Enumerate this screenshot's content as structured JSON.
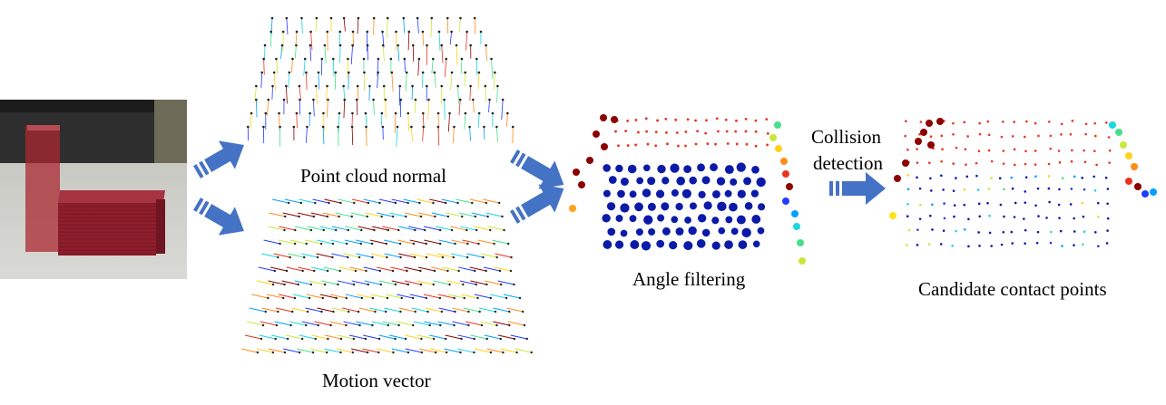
{
  "labels": {
    "point_cloud_normal": "Point cloud normal",
    "motion_vector": "Motion vector",
    "angle_filtering": "Angle filtering",
    "collision_line1": "Collision",
    "collision_line2": "detection",
    "candidate_contact_points": "Candidate contact points"
  },
  "colors": {
    "arrow": "#4472c4",
    "blue_point": "#0b1ba8",
    "dark_red_point": "#8b0000",
    "red_point": "#e8331f"
  }
}
